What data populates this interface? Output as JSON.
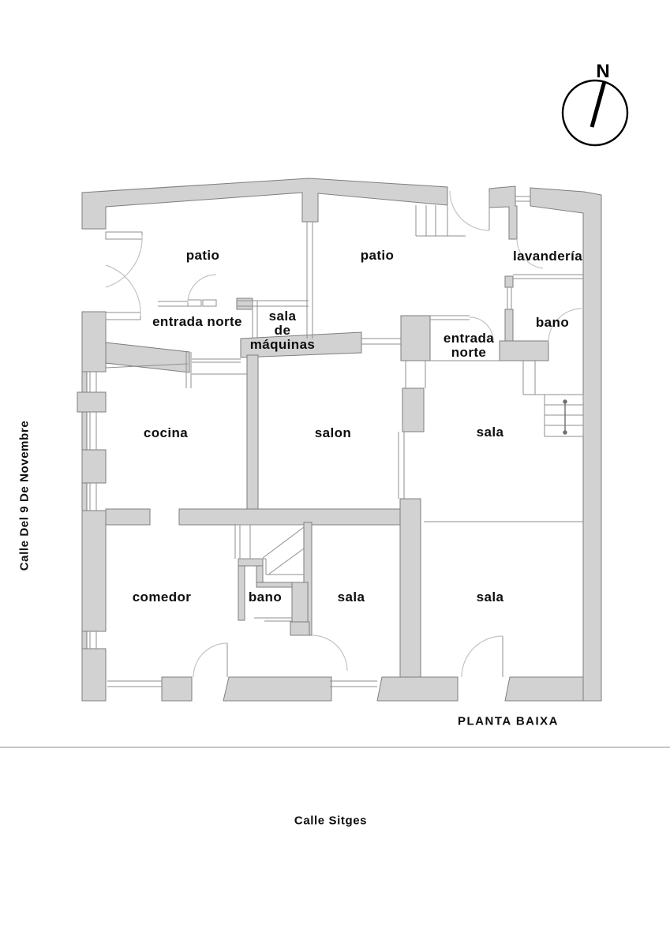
{
  "drawing": {
    "plan_title": "PLANTA BAIXA",
    "type_hint": "architectural-floor-plan"
  },
  "streets": {
    "left_vertical": "Calle Del 9 De Novembre",
    "bottom": "Calle Sitges"
  },
  "compass": {
    "north_label": "N"
  },
  "rooms": [
    {
      "id": "patio-left",
      "label": "patio"
    },
    {
      "id": "patio-right",
      "label": "patio"
    },
    {
      "id": "lavanderia",
      "label": "lavandería"
    },
    {
      "id": "entrada-norte-left",
      "label": "entrada norte"
    },
    {
      "id": "sala-de-maquinas",
      "label": "sala\nde\nmáquinas"
    },
    {
      "id": "entrada-norte-right",
      "label": "entrada\nnorte"
    },
    {
      "id": "bano-top-right",
      "label": "bano"
    },
    {
      "id": "cocina",
      "label": "cocina"
    },
    {
      "id": "salon",
      "label": "salon"
    },
    {
      "id": "sala-mid-right",
      "label": "sala"
    },
    {
      "id": "comedor",
      "label": "comedor"
    },
    {
      "id": "bano-bottom",
      "label": "bano"
    },
    {
      "id": "sala-bottom-mid",
      "label": "sala"
    },
    {
      "id": "sala-bottom-right",
      "label": "sala"
    }
  ],
  "colors": {
    "background": "#ffffff",
    "wall_fill": "#d2d2d2",
    "wall_outline": "#7e7e7e",
    "thin_line": "#8f8f8f",
    "door_arc": "#c3c3c3",
    "text": "#0d0d0d",
    "divider_line": "#c6c6c6"
  }
}
